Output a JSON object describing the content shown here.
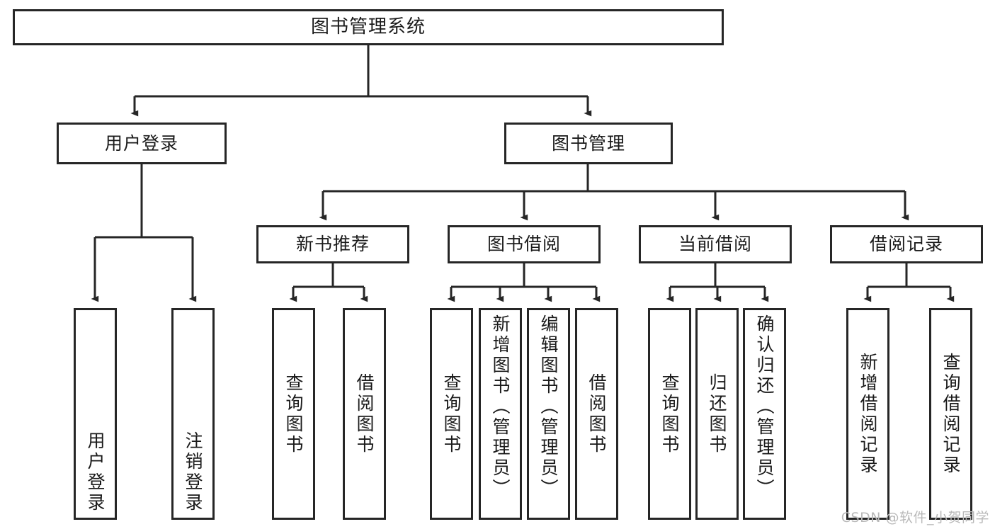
{
  "diagram": {
    "type": "tree",
    "title": "图书管理系统",
    "watermark": "CSDN @软件_小贺同学",
    "colors": {
      "box_border": "#262626",
      "box_fill": "#ffffff",
      "connector": "#262626",
      "text": "#1a1a1a",
      "watermark": "#b9b9b9"
    },
    "nodes": {
      "root": "图书管理系统",
      "level2": {
        "user_login": "用户登录",
        "book_manage": "图书管理"
      },
      "level3": {
        "new_book": "新书推荐",
        "book_borrow": "图书借阅",
        "current_borrow": "当前借阅",
        "borrow_record": "借阅记录"
      },
      "leaves": {
        "user_login": [
          "用户登录",
          "注销登录"
        ],
        "new_book": [
          "查询图书",
          "借阅图书"
        ],
        "book_borrow": [
          "查询图书",
          "新增图书（管理员）",
          "编辑图书（管理员）",
          "借阅图书"
        ],
        "current_borrow": [
          "查询图书",
          "归还图书",
          "确认归还（管理员）"
        ],
        "borrow_record": [
          "新增借阅记录",
          "查询借阅记录"
        ]
      }
    }
  }
}
